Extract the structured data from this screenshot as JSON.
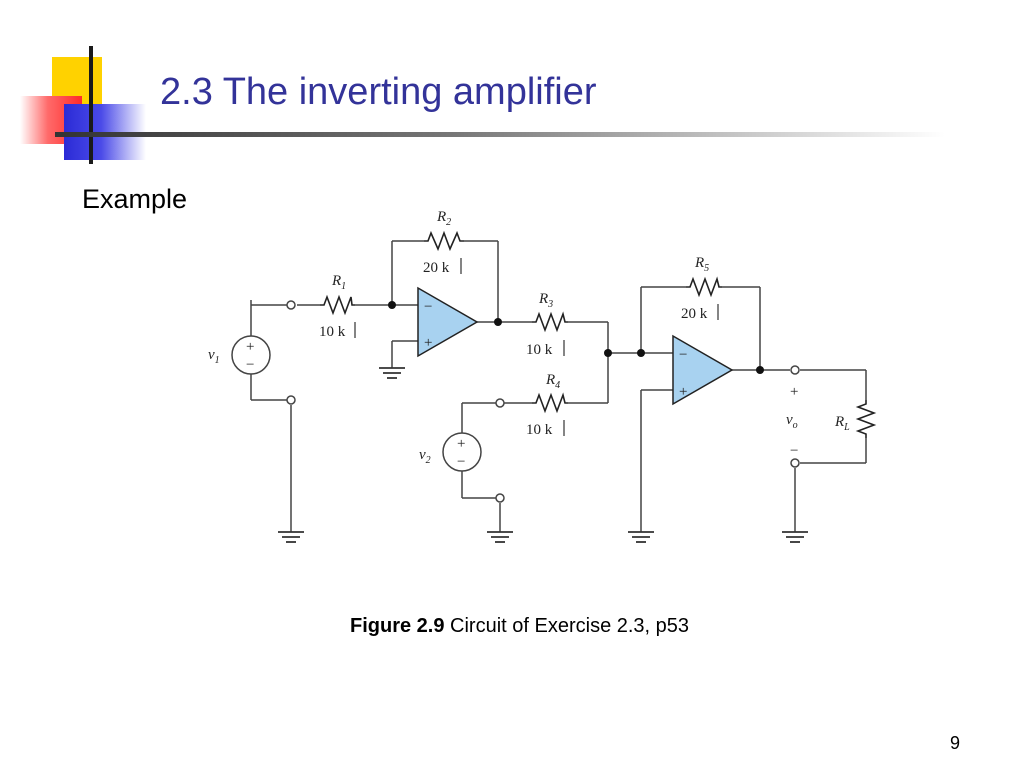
{
  "slide": {
    "title": "2.3 The inverting amplifier",
    "subtitle": "Example",
    "page_number": "9"
  },
  "figure": {
    "caption_bold": "Figure 2.9",
    "caption_text": " Circuit of Exercise 2.3, p53"
  },
  "circuit": {
    "labels": {
      "r1": "R",
      "r1_sub": "1",
      "r1_value": "10 k",
      "r2": "R",
      "r2_sub": "2",
      "r2_value": "20 k",
      "r3": "R",
      "r3_sub": "3",
      "r3_value": "10 k",
      "r4": "R",
      "r4_sub": "4",
      "r4_value": "10 k",
      "r5": "R",
      "r5_sub": "5",
      "r5_value": "20 k",
      "rl": "R",
      "rl_sub": "L",
      "v1": "v",
      "v1_sub": "1",
      "v2": "v",
      "v2_sub": "2",
      "vo": "v",
      "vo_sub": "o",
      "plus": "+",
      "minus": "−"
    }
  },
  "colors": {
    "title": "#333399",
    "opamp_fill": "#a8d2f0",
    "wire": "#444444"
  }
}
